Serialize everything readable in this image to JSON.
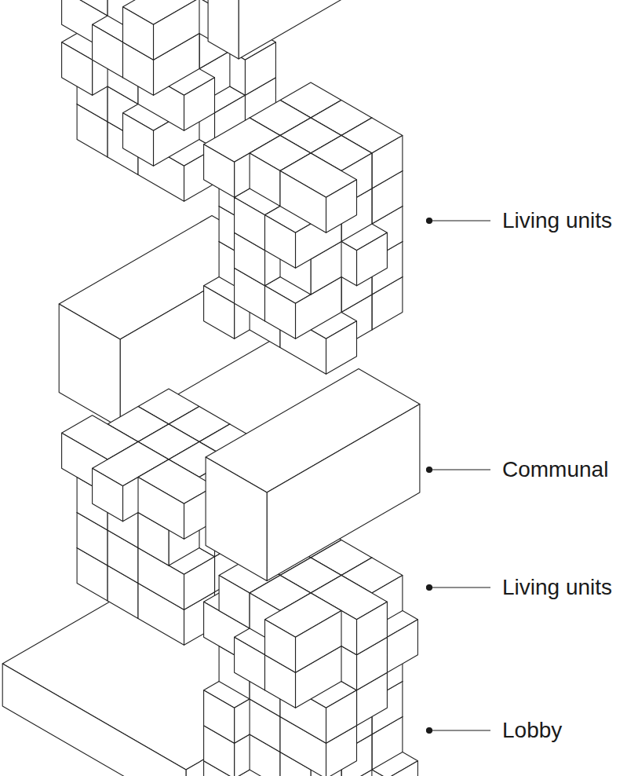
{
  "diagram": {
    "labels": [
      "Living units",
      "Communal",
      "Living units",
      "Lobby"
    ]
  }
}
